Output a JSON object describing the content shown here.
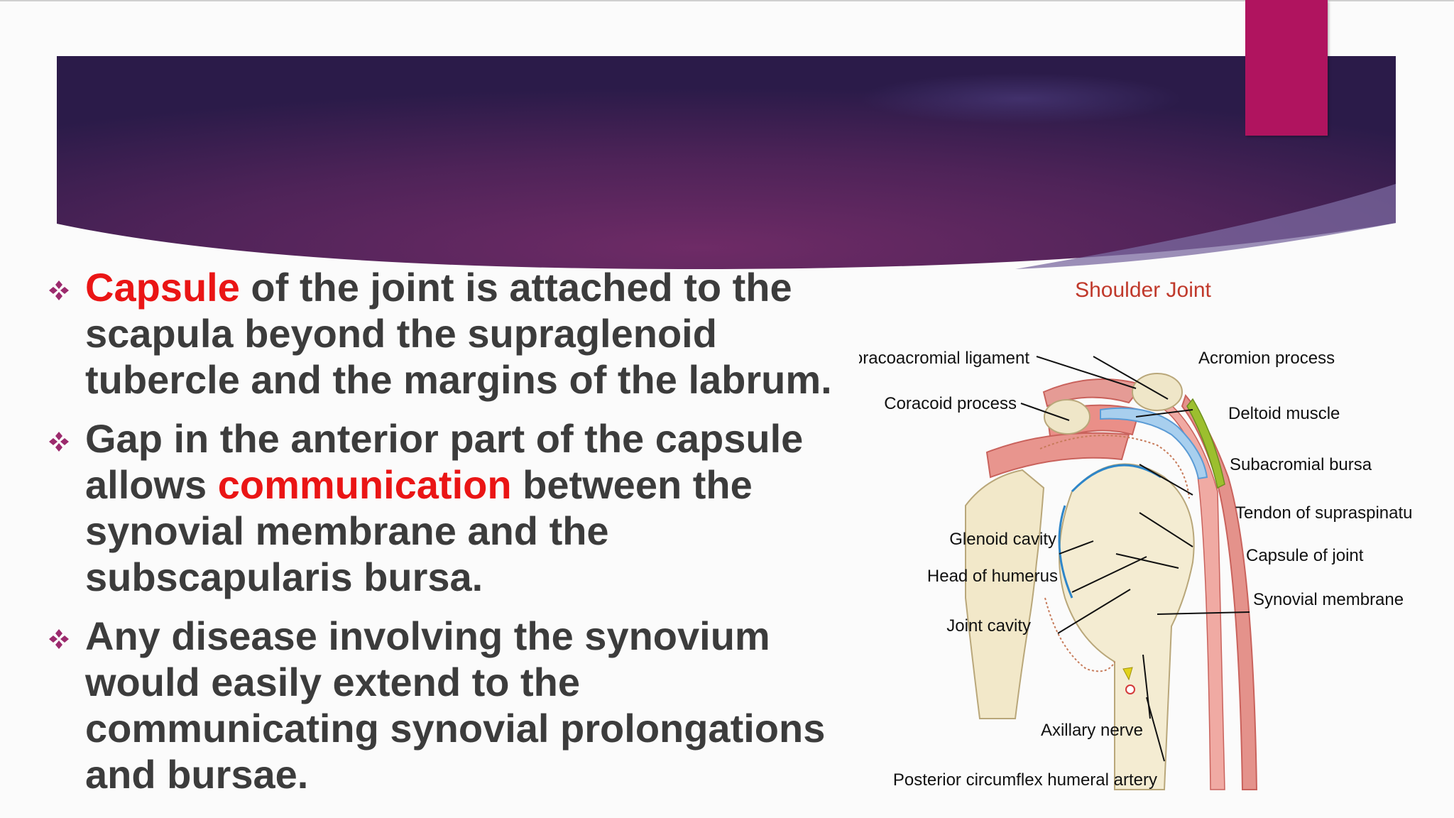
{
  "slide": {
    "accent_color": "#b0145f",
    "header_gradient": [
      "#6b2a63",
      "#2d1c4d"
    ],
    "highlight_color": "#ea1515",
    "text_color": "#3c3c3c"
  },
  "bullets": [
    {
      "icon": "diamond-bullet-icon",
      "highlight": "Capsule",
      "text": " of the joint is attached to the scapula beyond the supraglenoid tubercle and the margins of the labrum."
    },
    {
      "icon": "diamond-bullet-icon",
      "before": "Gap in the anterior part of the capsule allows ",
      "highlight": "communication",
      "after": " between the synovial membrane and the subscapularis bursa."
    },
    {
      "icon": "diamond-bullet-icon",
      "text": "Any disease involving the synovium would easily extend to the communicating synovial prolongations and bursae."
    }
  ],
  "figure": {
    "title": "Shoulder Joint",
    "labels": {
      "coracoacromial_ligament": "Coracoacromial ligament",
      "coracoid_process": "Coracoid process",
      "glenoid_cavity": "Glenoid cavity",
      "head_of_humerus": "Head of humerus",
      "joint_cavity": "Joint cavity",
      "acromion_process": "Acromion process",
      "deltoid_muscle": "Deltoid muscle",
      "subacromial_bursa": "Subacromial bursa",
      "tendon_of_supraspinatus": "Tendon of supraspinatus",
      "capsule_of_joint": "Capsule of joint",
      "synovial_membrane": "Synovial membrane",
      "axillary_nerve": "Axillary nerve",
      "posterior_circumflex_humeral_artery": "Posterior circumflex humeral artery"
    }
  }
}
